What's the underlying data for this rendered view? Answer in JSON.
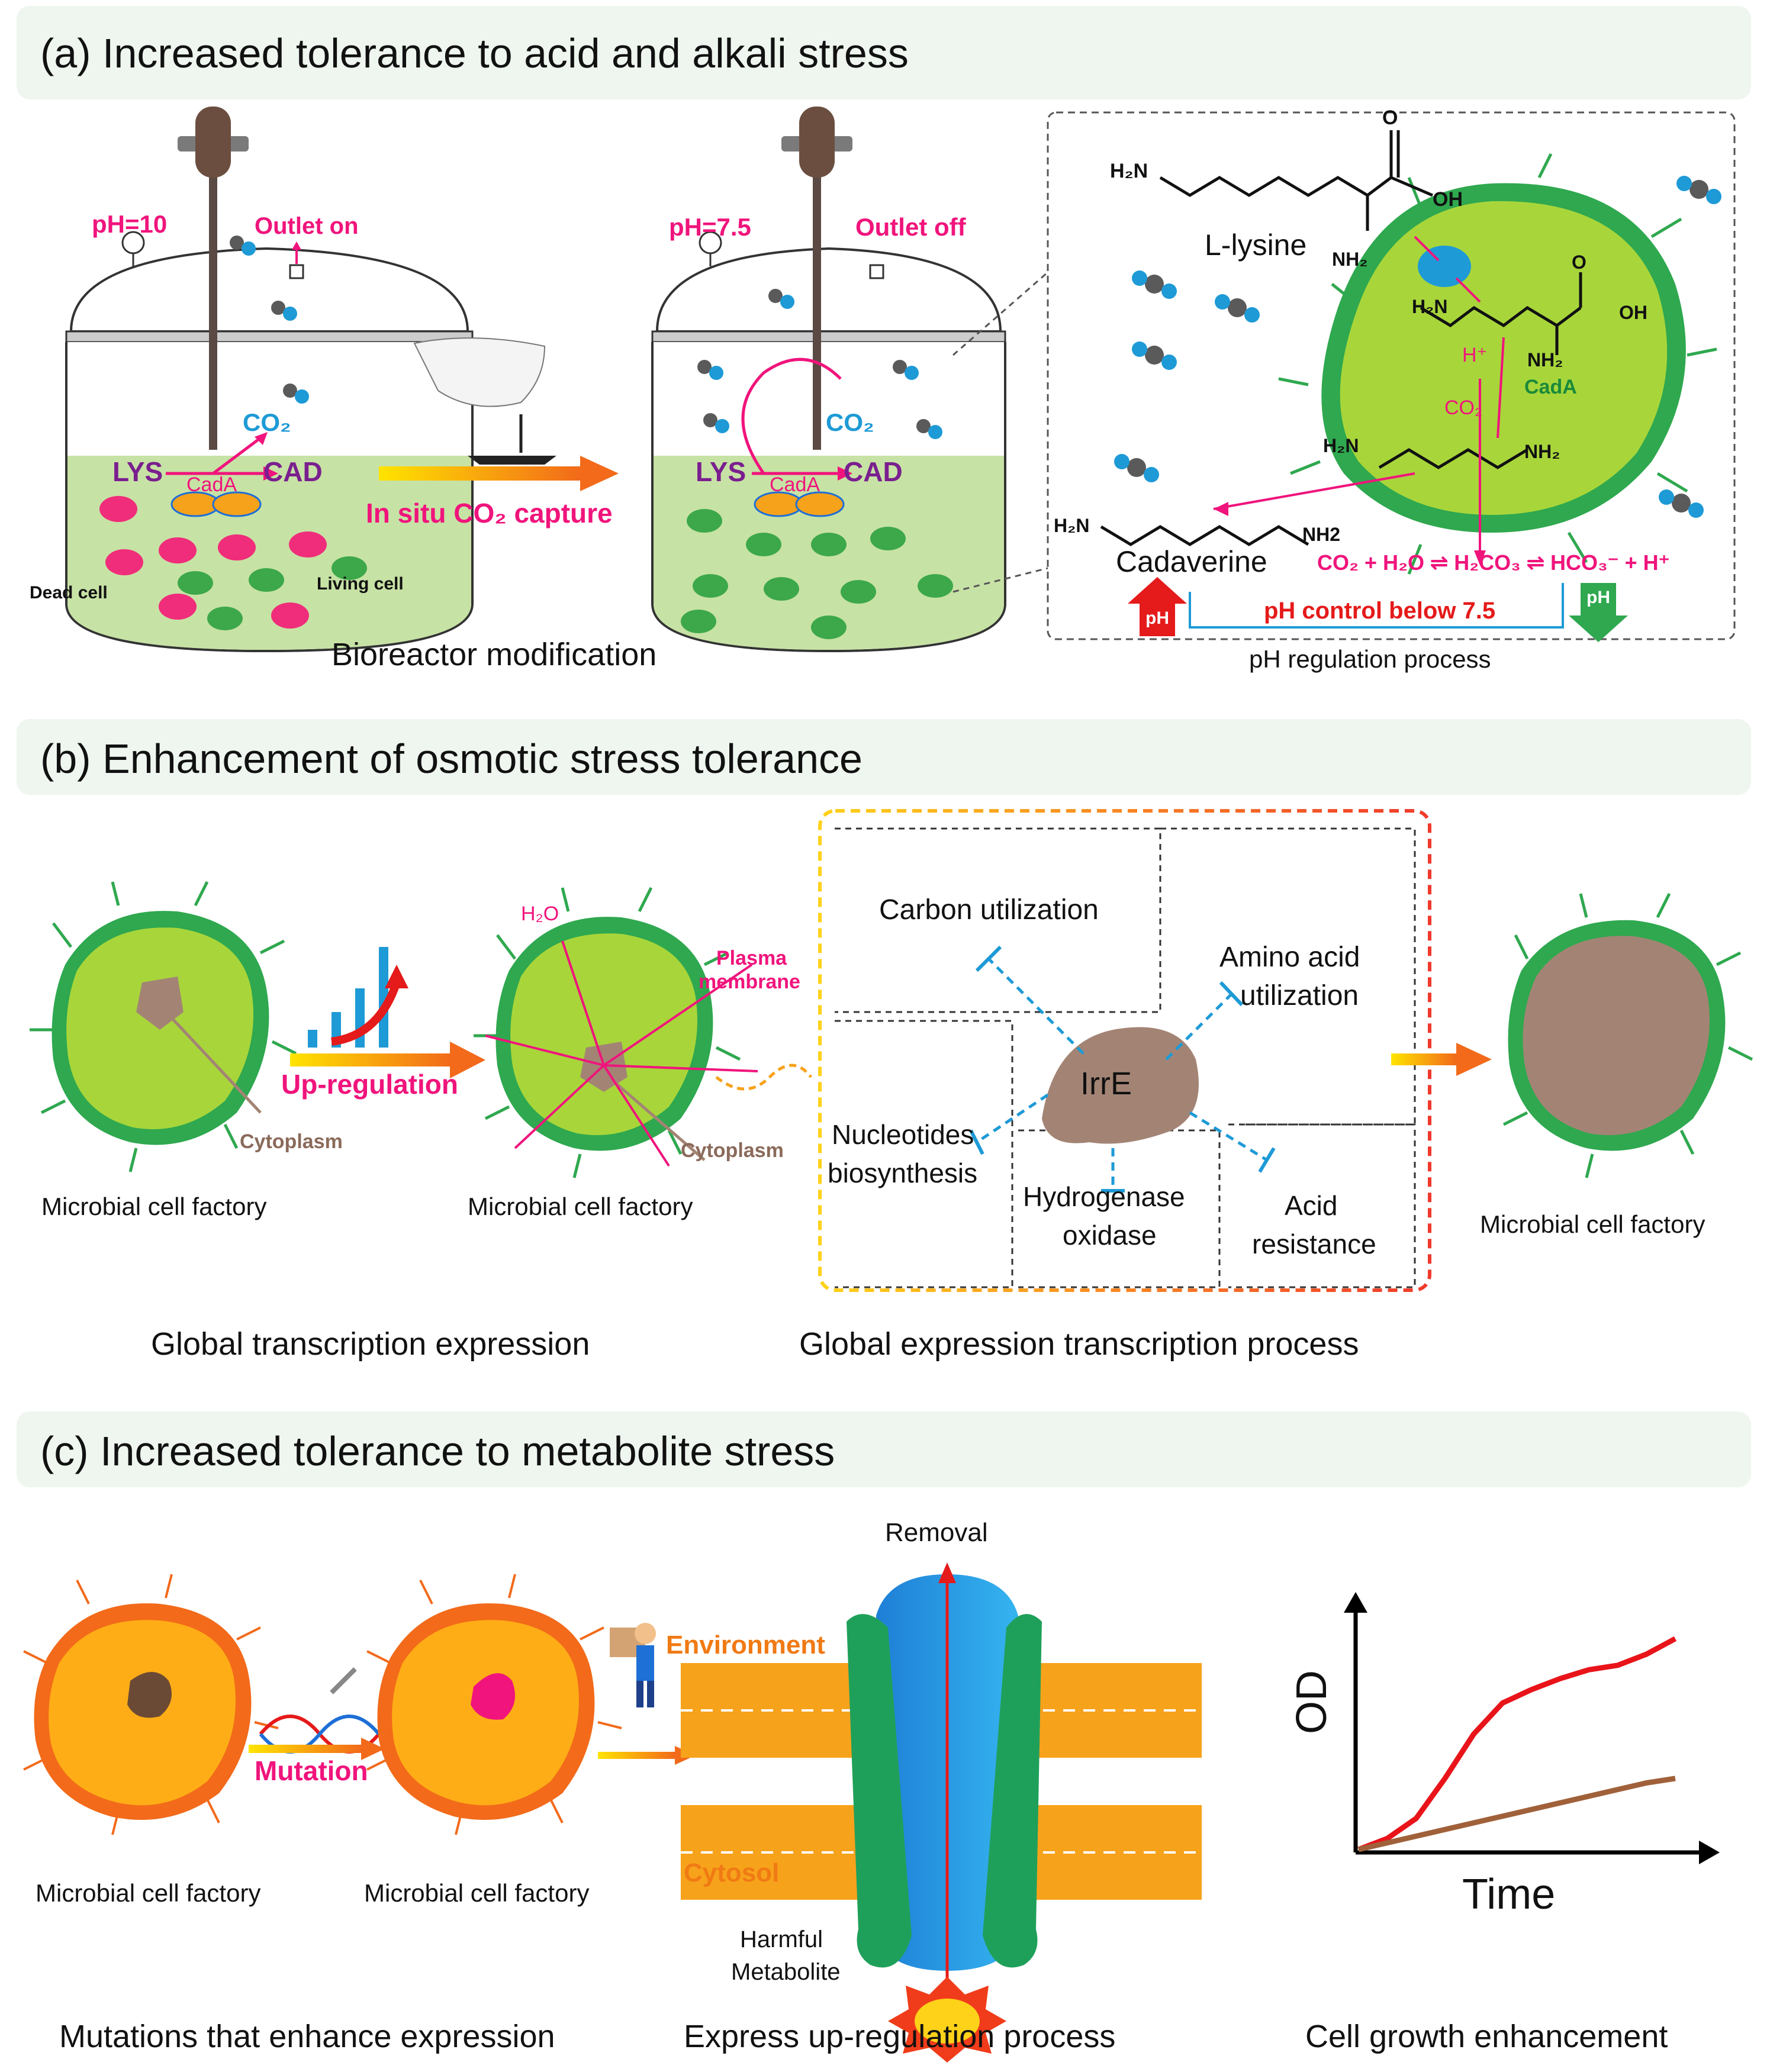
{
  "panel_a": {
    "title": "(a) Increased tolerance to acid and alkali stress",
    "reactor1": {
      "ph": "pH=10",
      "outlet": "Outlet on",
      "co2": "CO₂",
      "lys": "LYS",
      "cad": "CAD",
      "enzyme": "CadA",
      "dead_cell": "Dead cell",
      "living_cell": "Living cell"
    },
    "capture_label": "In situ CO₂ capture",
    "reactor2": {
      "ph": "pH=7.5",
      "outlet": "Outlet off",
      "co2": "CO₂",
      "lys": "LYS",
      "cad": "CAD",
      "enzyme": "CadA"
    },
    "bioreactor_caption": "Bioreactor modification",
    "detail": {
      "l_lysine": "L-lysine",
      "h2n": "H₂N",
      "oh": "OH",
      "nh2": "NH₂",
      "o": "O",
      "h_plus": "H⁺",
      "co2": "CO₂",
      "cada": "CadA",
      "cadaverine": "Cadaverine",
      "nh2_alt": "NH2",
      "equation": "CO₂ + H₂O ⇌ H₂CO₃ ⇌ HCO₃⁻ + H⁺",
      "ph_badge": "pH",
      "ph_control": "pH control below 7.5",
      "caption": "pH regulation process"
    }
  },
  "panel_b": {
    "title": "(b) Enhancement of osmotic stress tolerance",
    "cell1_label": "Microbial cell factory",
    "cytoplasm1": "Cytoplasm",
    "upregulation": "Up-regulation",
    "cell2_label": "Microbial cell factory",
    "cytoplasm2": "Cytoplasm",
    "h2o": "H₂O",
    "plasma_membrane_1": "Plasma",
    "plasma_membrane_2": "membrane",
    "irre": "IrrE",
    "carbon_utilization": "Carbon utilization",
    "amino_acid_1": "Amino acid",
    "amino_acid_2": "utilization",
    "nucleotides_1": "Nucleotides",
    "nucleotides_2": "biosynthesis",
    "hydrogenase_1": "Hydrogenase",
    "hydrogenase_2": "oxidase",
    "acid_1": "Acid",
    "acid_2": "resistance",
    "cell3_label": "Microbial cell factory",
    "caption_left": "Global transcription expression",
    "caption_right": "Global expression transcription process"
  },
  "panel_c": {
    "title": "(c) Increased tolerance to metabolite stress",
    "cell1_label": "Microbial cell factory",
    "mutation": "Mutation",
    "cell2_label": "Microbial cell factory",
    "environment": "Environment",
    "cytosol": "Cytosol",
    "removal": "Removal",
    "harmful_1": "Harmful",
    "harmful_2": "Metabolite",
    "y_axis": "OD",
    "x_axis": "Time",
    "caption_1": "Mutations that enhance expression",
    "caption_2": "Express up-regulation process",
    "caption_3": "Cell growth enhancement"
  },
  "colors": {
    "pink": "#f0147c",
    "green": "#2fa84f",
    "lime": "#a8d63a",
    "orange": "#f7a21b",
    "blue": "#1e9ad6",
    "brown": "#a38474"
  },
  "chart_data": {
    "type": "line",
    "xlabel": "Time",
    "ylabel": "OD",
    "series": [
      {
        "color": "#e8141a",
        "values": [
          0.0,
          0.05,
          0.14,
          0.32,
          0.52,
          0.66,
          0.72,
          0.77,
          0.81,
          0.83,
          0.88,
          0.95
        ]
      },
      {
        "color": "#a0613a",
        "values": [
          0.0,
          0.03,
          0.06,
          0.09,
          0.12,
          0.15,
          0.18,
          0.21,
          0.24,
          0.27,
          0.3,
          0.32
        ]
      }
    ]
  }
}
